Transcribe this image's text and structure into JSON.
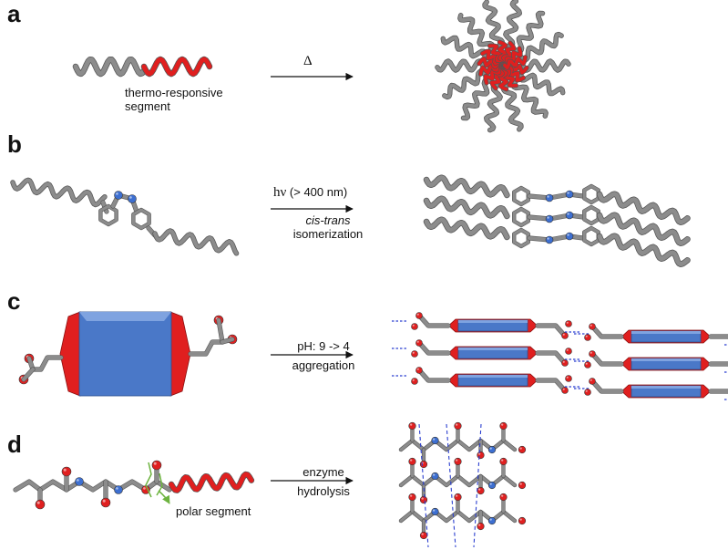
{
  "panels": {
    "a": {
      "letter": "a",
      "segment_label_line1": "thermo-responsive",
      "segment_label_line2": "segment",
      "arrow_label": "Δ"
    },
    "b": {
      "letter": "b",
      "arrow_label_top_symbol": "hν",
      "arrow_label_top_condition": "(> 400 nm)",
      "arrow_label_bottom_line1": "cis-trans",
      "arrow_label_bottom_line2": "isomerization"
    },
    "c": {
      "letter": "c",
      "arrow_label_top": "pH: 9 -> 4",
      "arrow_label_bottom": "aggregation"
    },
    "d": {
      "letter": "d",
      "arrow_label_top": "enzyme",
      "arrow_label_bottom": "hydrolysis",
      "segment_label": "polar segment"
    }
  },
  "colors": {
    "chain_gray": "#8c8c8c",
    "responsive_red": "#e01f1f",
    "core_blue": "#4a78c8",
    "oxygen_red": "#e02020",
    "nitrogen_blue": "#3d6fd1",
    "cleave_green": "#6db33f",
    "hbond_blue": "#2b3fd0"
  }
}
